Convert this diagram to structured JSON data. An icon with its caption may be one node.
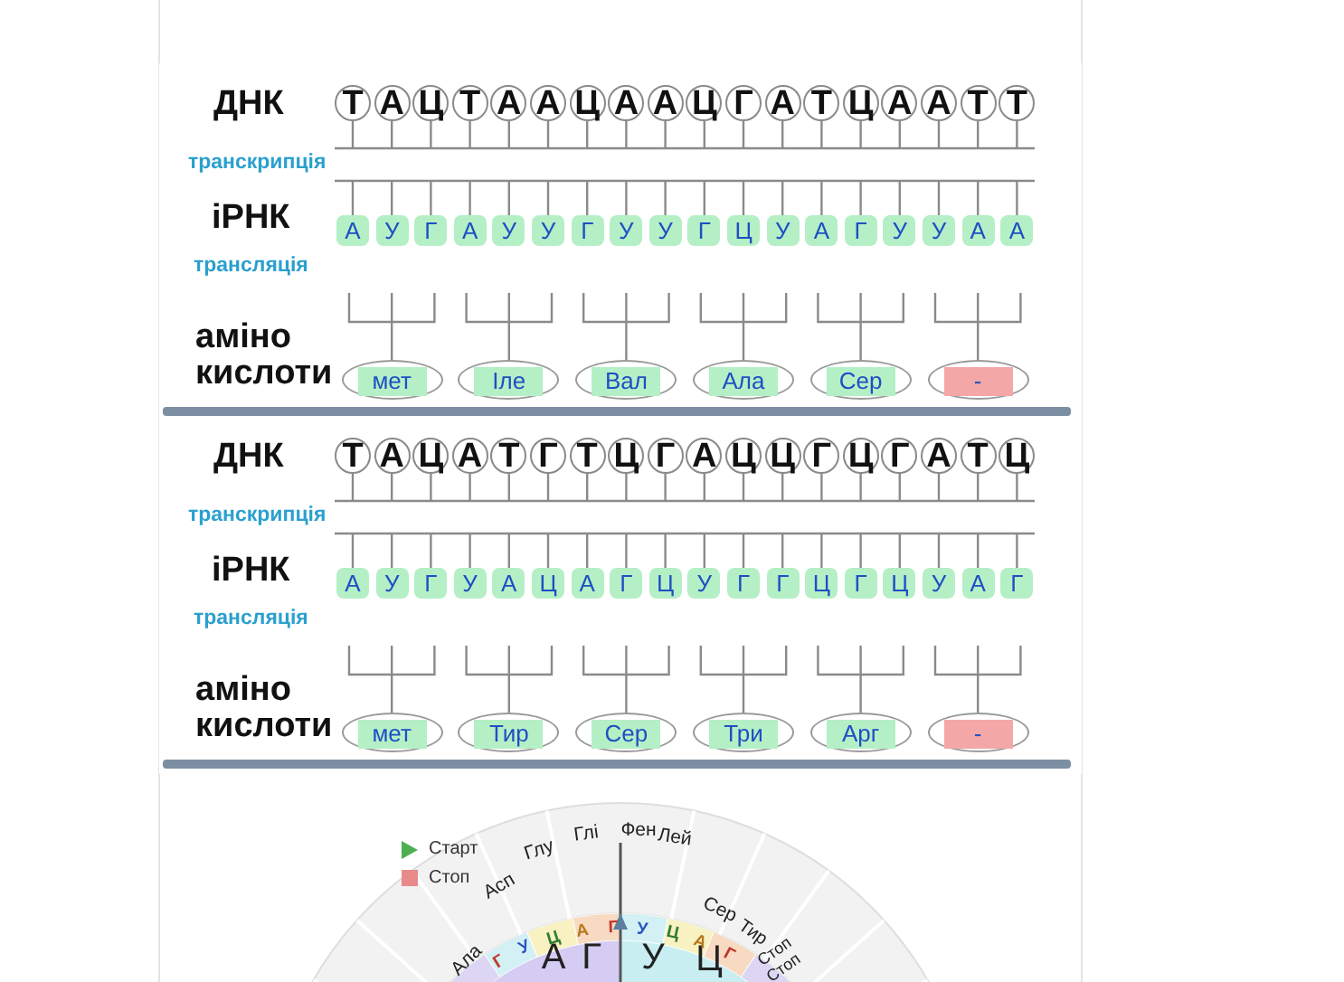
{
  "diagram": {
    "nodes": [
      {
        "text": [
          "ДНК",
          "транскрипція",
          "іРНК",
          "трансляція",
          "аміно кислоти"
        ]
      },
      {
        "text": [
          "Т"
        ],
        "in": 0
      },
      {
        "text": [
          "А"
        ],
        "in": 0
      },
      {
        "text": [
          "Ц"
        ],
        "in": 0
      },
      {
        "text": [
          "Т"
        ],
        "in": 0
      },
      {
        "text": [
          "А"
        ],
        "in": 0
      },
      {
        "text": [
          "А"
        ],
        "in": 0
      },
      {
        "text": [
          "Ц"
        ],
        "in": 0
      },
      {
        "text": [
          "А"
        ],
        "in": 0
      },
      {
        "text": [
          "А"
        ],
        "in": 0
      },
      {
        "text": [
          "Ц"
        ],
        "in": 0
      },
      {
        "text": [
          "Г"
        ],
        "in": 0
      },
      {
        "text": [
          "А"
        ],
        "in": 0
      },
      {
        "text": [
          "Т"
        ],
        "in": 0
      },
      {
        "text": [
          "Ц"
        ],
        "in": 0
      },
      {
        "text": [
          "А"
        ],
        "in": 0
      },
      {
        "text": [
          "А"
        ],
        "in": 0
      },
      {
        "text": [
          "Т"
        ],
        "in": 0
      },
      {
        "text": [
          "Т"
        ],
        "in": 0
      },
      {
        "text": [
          "А"
        ],
        "in": 0
      },
      {
        "text": [
          "У"
        ],
        "in": 0
      },
      {
        "text": [
          "Г"
        ],
        "in": 0
      },
      {
        "text": [
          "А"
        ],
        "in": 0
      },
      {
        "text": [
          "У"
        ],
        "in": 0
      },
      {
        "text": [
          "У"
        ],
        "in": 0
      },
      {
        "text": [
          "Г"
        ],
        "in": 0
      },
      {
        "text": [
          "У"
        ],
        "in": 0
      },
      {
        "text": [
          "У"
        ],
        "in": 0
      },
      {
        "text": [
          "Г"
        ],
        "in": 0
      },
      {
        "text": [
          "Ц"
        ],
        "in": 0
      },
      {
        "text": [
          "У"
        ],
        "in": 0
      },
      {
        "text": [
          "А"
        ],
        "in": 0
      },
      {
        "text": [
          "Г"
        ],
        "in": 0
      },
      {
        "text": [
          "У"
        ],
        "in": 0
      },
      {
        "text": [
          "У"
        ],
        "in": 0
      },
      {
        "text": [
          "А"
        ],
        "in": 0
      },
      {
        "text": [
          "А"
        ],
        "in": 0
      },
      {
        "text": [
          "мет"
        ],
        "in": 0
      },
      {
        "text": [
          "Іле"
        ],
        "in": 0
      },
      {
        "text": [
          "Вал"
        ],
        "in": 0
      },
      {
        "text": [
          "Ала"
        ],
        "in": 0
      },
      {
        "text": [
          "Сер"
        ],
        "in": 0
      },
      {
        "text": [
          "-"
        ],
        "in": 0
      },
      {
        "text": [
          "ДНК",
          "транскрипція",
          "іРНК",
          "трансляція",
          "аміно кислоти"
        ]
      },
      {
        "text": [
          "Т"
        ],
        "in": 43
      },
      {
        "text": [
          "А"
        ],
        "in": 43
      },
      {
        "text": [
          "Ц"
        ],
        "in": 43
      },
      {
        "text": [
          "А"
        ],
        "in": 43
      },
      {
        "text": [
          "Т"
        ],
        "in": 43
      },
      {
        "text": [
          "Г"
        ],
        "in": 43
      },
      {
        "text": [
          "Т"
        ],
        "in": 43
      },
      {
        "text": [
          "Ц"
        ],
        "in": 43
      },
      {
        "text": [
          "Г"
        ],
        "in": 43
      },
      {
        "text": [
          "А"
        ],
        "in": 43
      },
      {
        "text": [
          "Ц"
        ],
        "in": 43
      },
      {
        "text": [
          "Ц"
        ],
        "in": 43
      },
      {
        "text": [
          "Г"
        ],
        "in": 43
      },
      {
        "text": [
          "Ц"
        ],
        "in": 43
      },
      {
        "text": [
          "Г"
        ],
        "in": 43
      },
      {
        "text": [
          "А"
        ],
        "in": 43
      },
      {
        "text": [
          "Т"
        ],
        "in": 43
      },
      {
        "text": [
          "Ц"
        ],
        "in": 43
      },
      {
        "text": [
          "А"
        ],
        "in": 43
      },
      {
        "text": [
          "У"
        ],
        "in": 43
      },
      {
        "text": [
          "Г"
        ],
        "in": 43
      },
      {
        "text": [
          "У"
        ],
        "in": 43
      },
      {
        "text": [
          "А"
        ],
        "in": 43
      },
      {
        "text": [
          "Ц"
        ],
        "in": 43
      },
      {
        "text": [
          "А"
        ],
        "in": 43
      },
      {
        "text": [
          "Г"
        ],
        "in": 43
      },
      {
        "text": [
          "Ц"
        ],
        "in": 43
      },
      {
        "text": [
          "У"
        ],
        "in": 43
      },
      {
        "text": [
          "Г"
        ],
        "in": 43
      },
      {
        "text": [
          "Г"
        ],
        "in": 43
      },
      {
        "text": [
          "Ц"
        ],
        "in": 43
      },
      {
        "text": [
          "Г"
        ],
        "in": 43
      },
      {
        "text": [
          "Ц"
        ],
        "in": 43
      },
      {
        "text": [
          "У"
        ],
        "in": 43
      },
      {
        "text": [
          "А"
        ],
        "in": 43
      },
      {
        "text": [
          "Г"
        ],
        "in": 43
      },
      {
        "text": [
          "мет"
        ],
        "in": 43
      },
      {
        "text": [
          "Тир"
        ],
        "in": 43
      },
      {
        "text": [
          "Сер"
        ],
        "in": 43
      },
      {
        "text": [
          "Три"
        ],
        "in": 43
      },
      {
        "text": [
          "Арг"
        ],
        "in": 43
      },
      {
        "text": [
          "-"
        ],
        "in": 43
      }
    ],
    "labels": [
      "Глі",
      "Фен",
      "Лей",
      "Глу",
      "Сер",
      "Асп",
      "Тир",
      "Ала",
      "Стоп",
      "Стоп",
      "А",
      "Г",
      "У",
      "Ц",
      "Г",
      "У",
      "Ц",
      "А",
      "Г",
      "У",
      "Ц",
      "А",
      "Г"
    ],
    "legend": [
      {
        "text": "Старт"
      },
      {
        "text": "Стоп",
        "color": "#e98a8a"
      }
    ]
  }
}
